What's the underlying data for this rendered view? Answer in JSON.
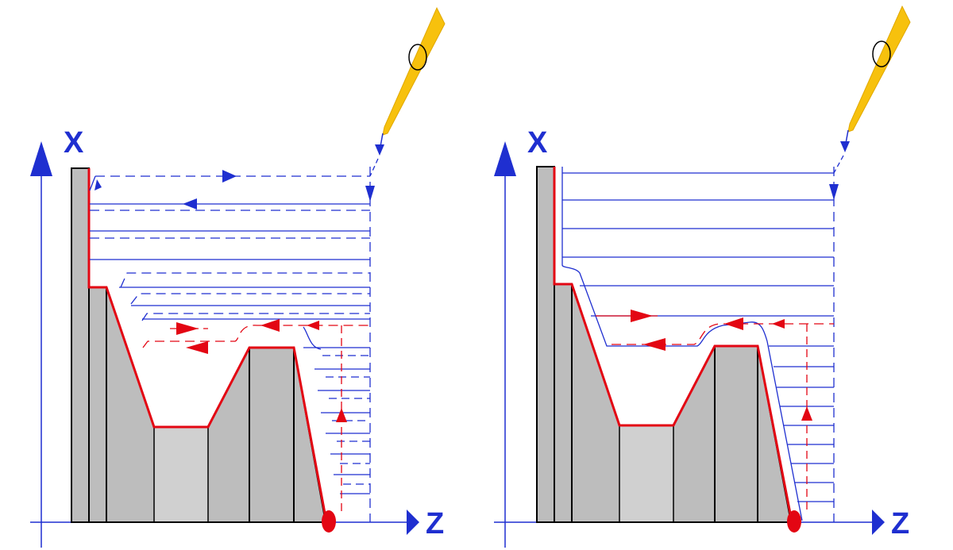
{
  "panels": [
    {
      "id": "left",
      "x_axis_label": "X",
      "z_axis_label": "Z"
    },
    {
      "id": "right",
      "x_axis_label": "X",
      "z_axis_label": "Z"
    }
  ],
  "colors": {
    "path": "#1f2fd0",
    "profile": "#e30613",
    "part_fill": "#bdbdbd",
    "part_fill_light": "#cfcfcf",
    "tool_fill": "#f7c10d",
    "outline": "#000000"
  },
  "icons": [
    "cutting-tool-icon",
    "tool-nose-marker-icon",
    "direction-arrow-icon"
  ]
}
